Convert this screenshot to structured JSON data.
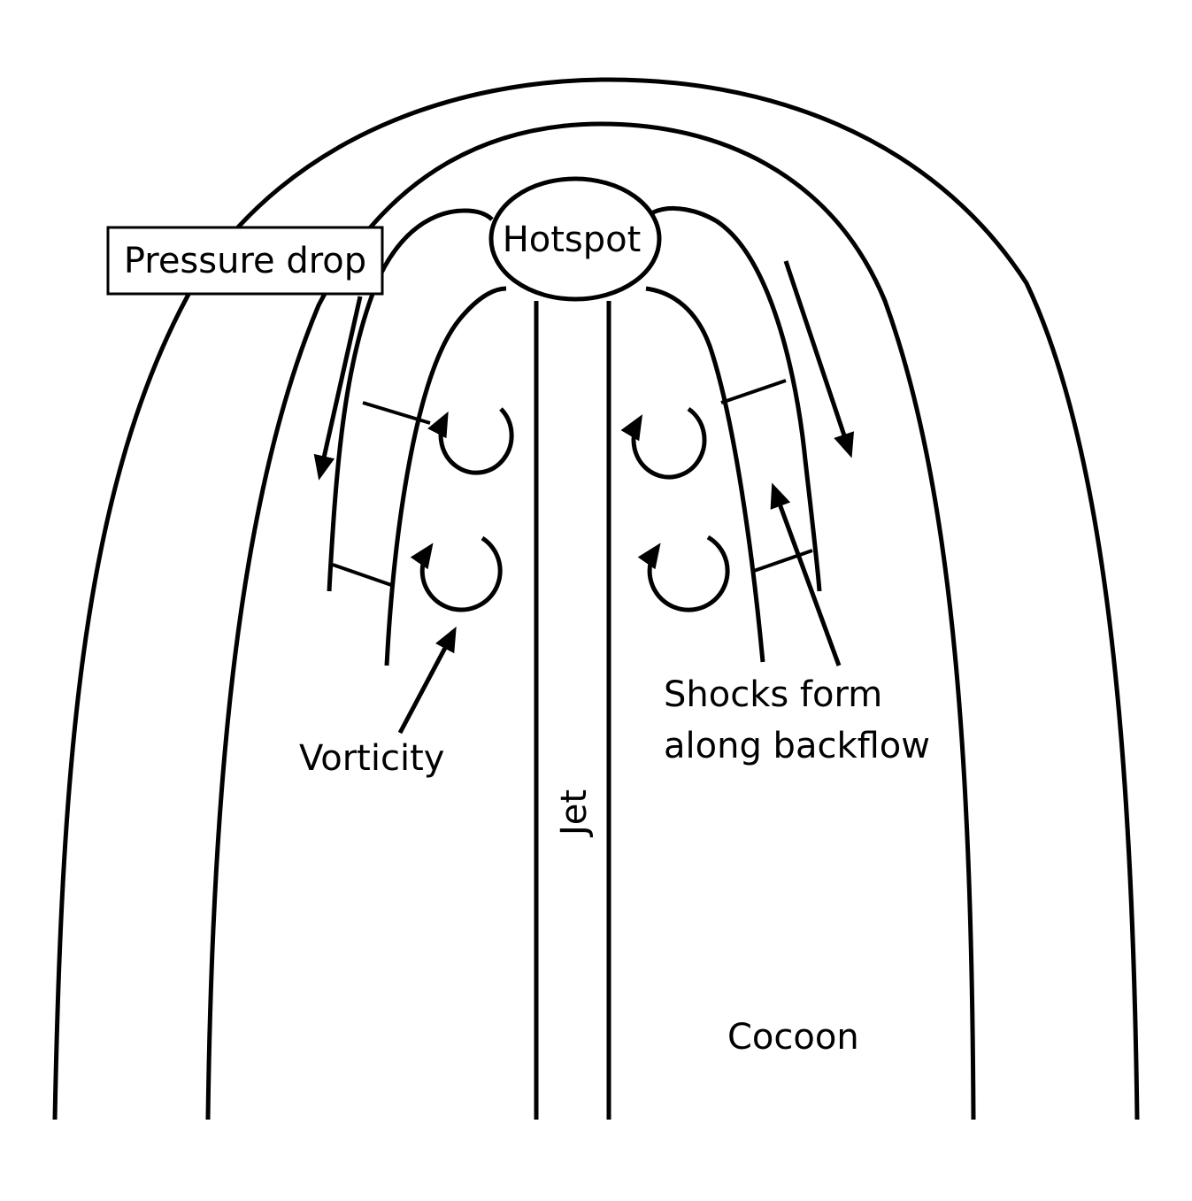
{
  "labels": {
    "hotspot": "Hotspot",
    "pressure_drop": "Pressure drop",
    "vorticity": "Vorticity",
    "shocks_line1": "Shocks form",
    "shocks_line2": "along backflow",
    "jet": "Jet",
    "cocoon": "Cocoon"
  },
  "colors": {
    "stroke": "#000000",
    "background": "#ffffff"
  }
}
